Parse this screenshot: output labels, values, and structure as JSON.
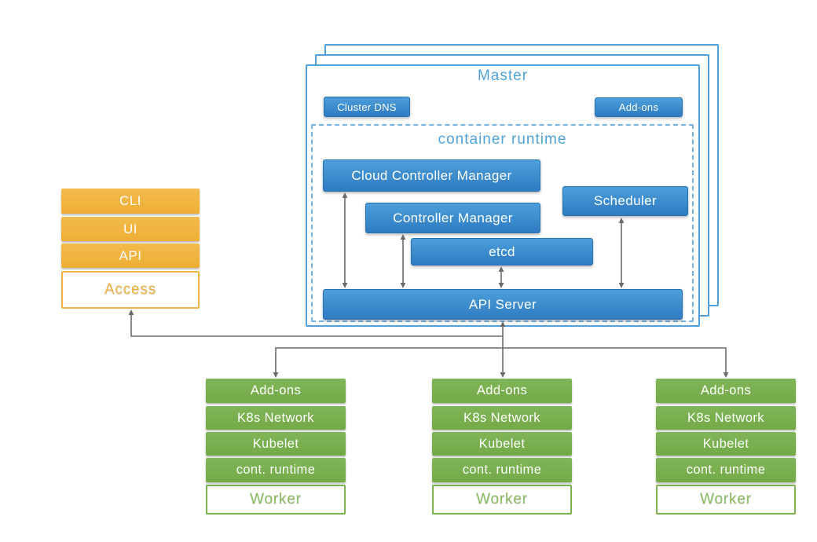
{
  "colors": {
    "box_blue": "#2e7bc1",
    "outline_blue": "#4f9fdb",
    "heading_blue": "#4fa3dc",
    "orange": "#efb240",
    "green": "#73a946",
    "arrow_gray": "#6a6a6a"
  },
  "access_stack": {
    "items": [
      "CLI",
      "UI",
      "API"
    ],
    "base_label": "Access"
  },
  "master": {
    "title": "Master",
    "cluster_dns_label": "Cluster DNS",
    "addons_label": "Add-ons",
    "container_runtime": {
      "title": "container runtime",
      "components": {
        "cloud_controller_manager": "Cloud Controller Manager",
        "controller_manager": "Controller Manager",
        "scheduler": "Scheduler",
        "etcd": "etcd",
        "api_server": "API Server"
      }
    }
  },
  "workers": [
    {
      "items": [
        "Add-ons",
        "K8s Network",
        "Kubelet",
        "cont. runtime"
      ],
      "base_label": "Worker"
    },
    {
      "items": [
        "Add-ons",
        "K8s Network",
        "Kubelet",
        "cont. runtime"
      ],
      "base_label": "Worker"
    },
    {
      "items": [
        "Add-ons",
        "K8s Network",
        "Kubelet",
        "cont. runtime"
      ],
      "base_label": "Worker"
    }
  ]
}
